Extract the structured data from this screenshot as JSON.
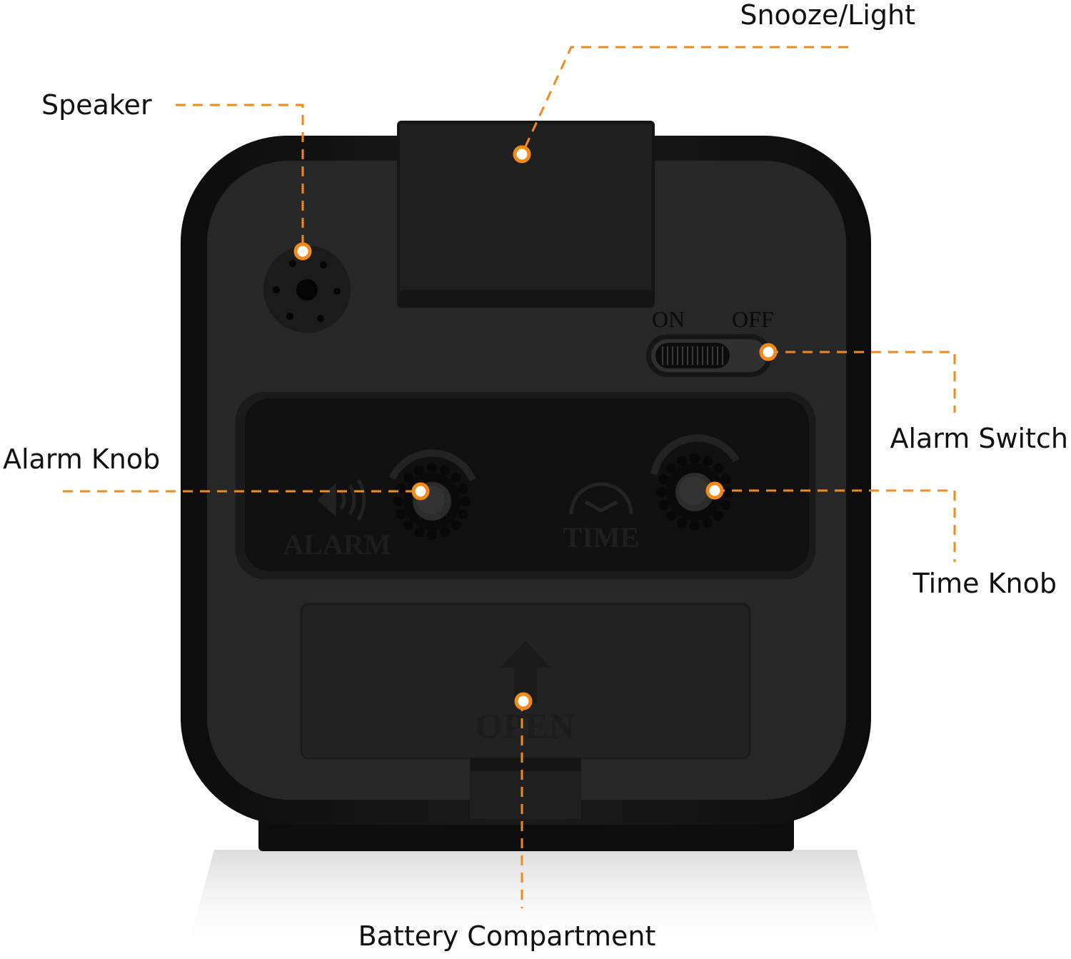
{
  "colors": {
    "accent": "#f28a1a",
    "clock_body": "#141414",
    "clock_face": "#262626",
    "panel": "#121212",
    "label_text": "#111111"
  },
  "callouts": {
    "snooze_light": "Snooze/Light",
    "speaker": "Speaker",
    "alarm_switch": "Alarm Switch",
    "alarm_knob": "Alarm Knob",
    "time_knob": "Time Knob",
    "battery_compartment": "Battery Compartment"
  },
  "device_markings": {
    "switch_on": "ON",
    "switch_off": "OFF",
    "alarm": "ALARM",
    "time": "TIME",
    "open": "OPEN"
  },
  "icons": {
    "speaker": "speaker-grille-icon",
    "alarm": "alarm-volume-icon",
    "time": "clock-icon",
    "open": "arrow-up-icon",
    "knob_arrow": "rotate-arrow-icon"
  }
}
